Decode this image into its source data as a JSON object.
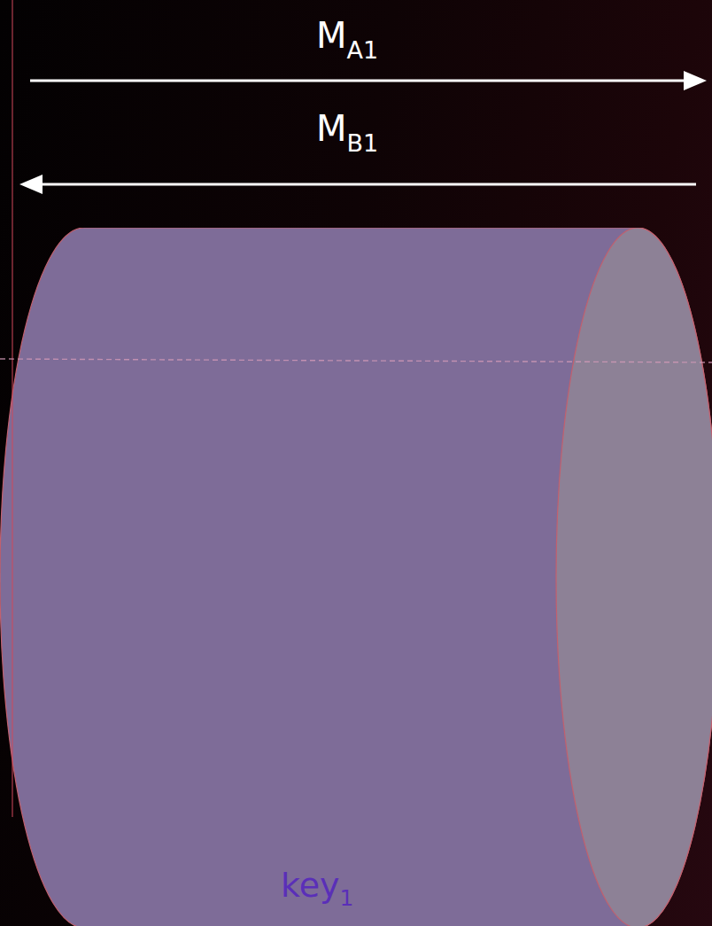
{
  "diagram": {
    "nodes": [
      {
        "text": [
          "key",
          "1"
        ]
      }
    ],
    "labels": [
      "M",
      "A1",
      "M",
      "B1"
    ]
  }
}
